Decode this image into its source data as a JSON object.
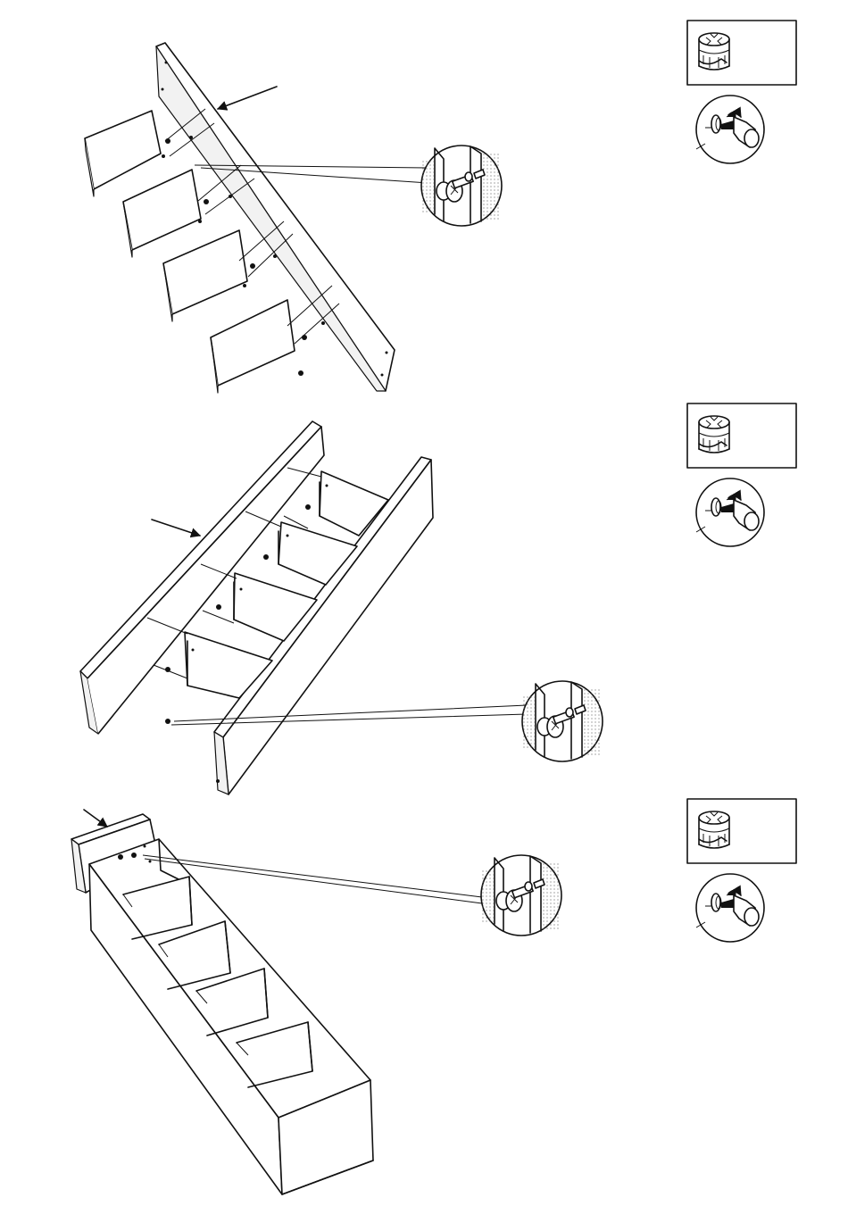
{
  "document": {
    "type": "assembly-instructions",
    "steps": [
      {
        "panels": 4,
        "fastener": "cam-lock"
      },
      {
        "panels": 4,
        "fastener": "cam-lock"
      },
      {
        "panels": 1,
        "fastener": "cam-lock"
      }
    ],
    "icons": [
      "cam-lock-icon",
      "screwdriver-icon",
      "cam-dowel-detail-icon",
      "direction-arrow-icon"
    ]
  }
}
